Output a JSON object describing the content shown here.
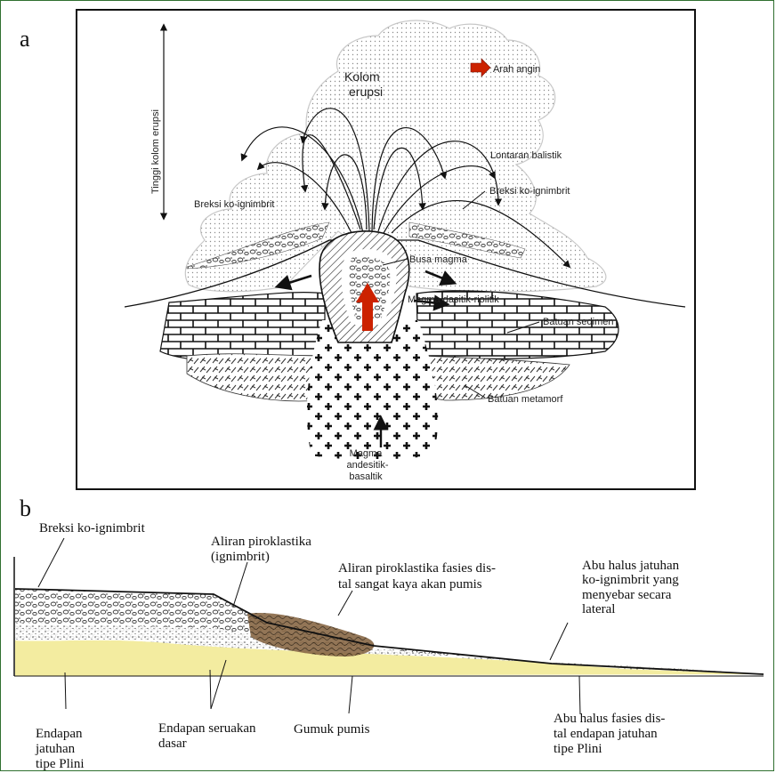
{
  "panel_a": {
    "letter": "a",
    "labels": {
      "eruption_column": [
        "Kolom",
        "erupsi"
      ],
      "wind_direction": "Arah angin",
      "column_height": "Tinggi kolom erupsi",
      "ballistic": "Lontaran balistik",
      "breccia_left": "Breksi ko-ignimbrit",
      "breccia_right": "Breksi ko-ignimbrit",
      "magma_foam": "Busa magma",
      "dacitic_magma": "Magma dasitik-riolitik",
      "sedimentary": "Batuan sedimen",
      "metamorphic": "Batuan metamorf",
      "andesitic_magma": [
        "Magma",
        "andesitik-",
        "basaltik"
      ]
    }
  },
  "panel_b": {
    "letter": "b",
    "labels": {
      "breccia": "Breksi ko-ignimbrit",
      "pyroclastic_flow": [
        "Aliran piroklastika",
        "(ignimbrit)"
      ],
      "distal_flow": [
        "Aliran piroklastika fasies dis-",
        "tal sangat kaya akan pumis"
      ],
      "fine_ash_coign": [
        "Abu halus jatuhan",
        "ko-ignimbrit yang",
        "menyebar secara",
        "lateral"
      ],
      "plinian_fall": [
        "Endapan",
        "jatuhan",
        "tipe Plini"
      ],
      "base_surge": [
        "Endapan seruakan",
        "dasar"
      ],
      "pumice_dune": "Gumuk pumis",
      "distal_fine_ash": [
        "Abu halus fasies dis-",
        "tal endapan jatuhan",
        "tipe Plini"
      ]
    }
  },
  "colors": {
    "frame": "#2f6f2f",
    "arrow_red": "#cc2200",
    "yellow_fall": "#f3eca0",
    "pumice_brown": "#8a6a48"
  }
}
